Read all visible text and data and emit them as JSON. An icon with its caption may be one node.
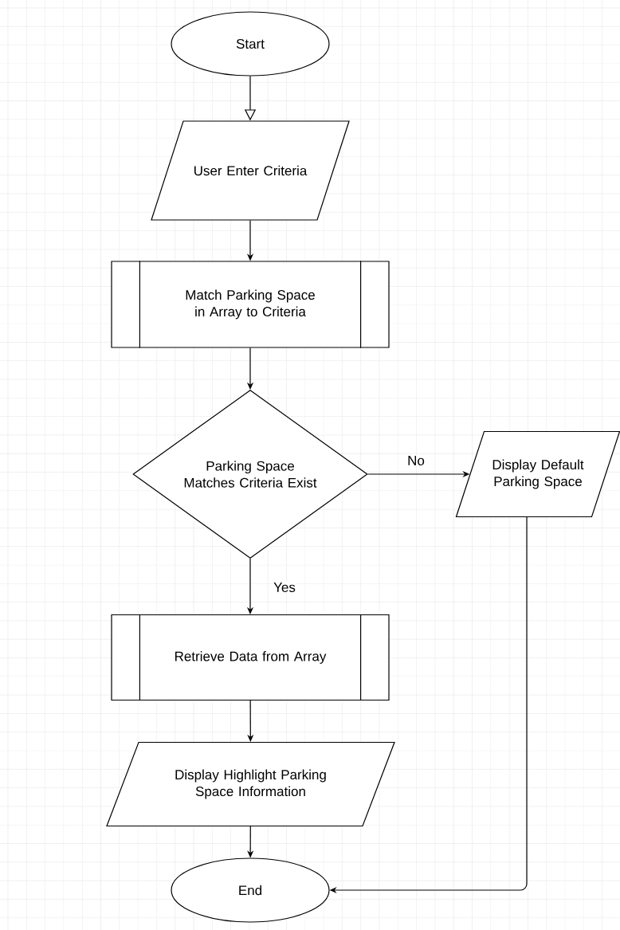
{
  "diagram": {
    "nodes": [
      {
        "text": [
          "Start"
        ]
      },
      {
        "text": [
          "User Enter Criteria"
        ]
      },
      {
        "text": [
          "Match Parking Space in Array to Criteria"
        ]
      },
      {
        "text": [
          "Parking Space Matches Criteria Exist"
        ]
      },
      {
        "text": [
          "Display Default Parking Space"
        ]
      },
      {
        "text": [
          "Retrieve Data from Array"
        ]
      },
      {
        "text": [
          "Display Highlight Parking Space Information"
        ]
      },
      {
        "text": [
          "End"
        ]
      }
    ],
    "edges": [
      {
        "from": 0,
        "to": 1,
        "arrow": "to"
      },
      {
        "from": 1,
        "to": 2,
        "arrow": "to"
      },
      {
        "from": 2,
        "to": 3,
        "arrow": "to"
      },
      {
        "from": 3,
        "to": 4,
        "arrow": "to",
        "label": "No"
      },
      {
        "from": 3,
        "to": 5,
        "arrow": "to",
        "label": "Yes"
      },
      {
        "from": 5,
        "to": 6,
        "arrow": "to"
      },
      {
        "from": 6,
        "to": 7,
        "arrow": "to"
      },
      {
        "from": 4,
        "to": 7,
        "arrow": "to"
      }
    ]
  }
}
